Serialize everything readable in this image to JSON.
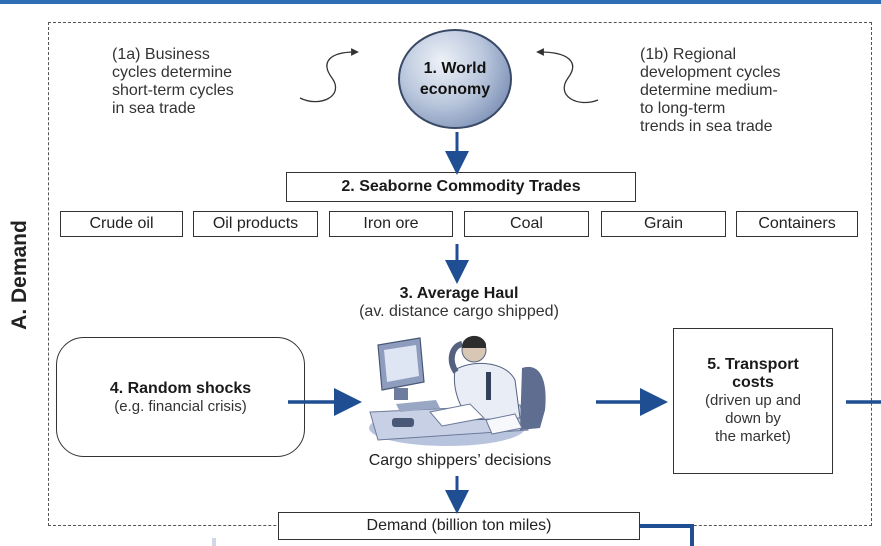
{
  "side_label": "A. Demand",
  "note_1a": [
    "(1a) Business",
    "cycles determine",
    "short-term cycles",
    "in sea trade"
  ],
  "note_1b": [
    "(1b) Regional",
    "development cycles",
    "determine medium-",
    "to long-term",
    "trends in sea trade"
  ],
  "world_economy": [
    "1. World",
    "economy"
  ],
  "trades_title": "2. Seaborne Commodity Trades",
  "commodities": [
    "Crude oil",
    "Oil products",
    "Iron ore",
    "Coal",
    "Grain",
    "Containers"
  ],
  "haul_title": "3. Average Haul",
  "haul_sub": "(av. distance cargo shipped)",
  "shocks_title": "4. Random shocks",
  "shocks_sub": "(e.g. financial crisis)",
  "shippers_caption": "Cargo shippers’ decisions",
  "transport_title": [
    "5. Transport",
    "costs"
  ],
  "transport_sub": [
    "(driven up and",
    "down by",
    "the market)"
  ],
  "demand_box": "Demand (billion ton miles)",
  "colors": {
    "accent_blue": "#1f4f92",
    "top_bar": "#2f6db5"
  }
}
